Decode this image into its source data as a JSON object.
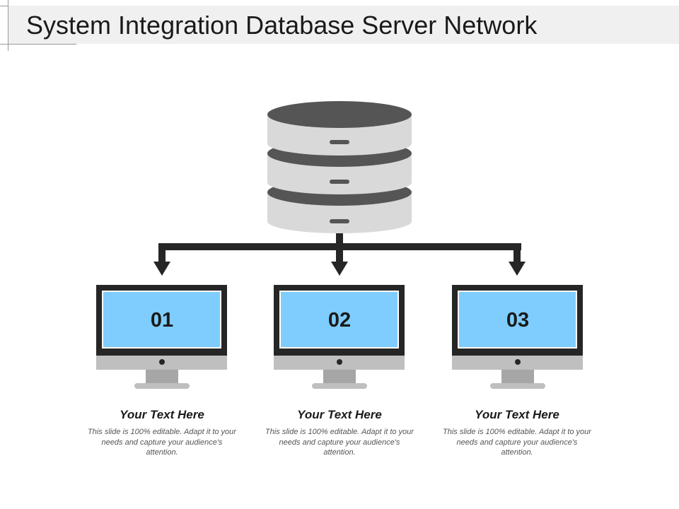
{
  "title": "System Integration Database Server Network",
  "colors": {
    "db_dark": "#555555",
    "db_light": "#d9d9d9",
    "connector": "#262626",
    "monitor_bezel": "#262626",
    "monitor_screen": "#7fcdff",
    "monitor_chin": "#bfbfbf",
    "monitor_stand": "#a6a6a6"
  },
  "monitors": [
    {
      "number": "01",
      "heading": "Your Text Here",
      "description": "This slide is 100% editable. Adapt it to your needs and capture your audience's attention."
    },
    {
      "number": "02",
      "heading": "Your Text Here",
      "description": "This slide is 100% editable. Adapt it to your needs and capture your audience's attention."
    },
    {
      "number": "03",
      "heading": "Your Text Here",
      "description": "This slide is 100% editable. Adapt it to your needs and capture your audience's attention."
    }
  ]
}
